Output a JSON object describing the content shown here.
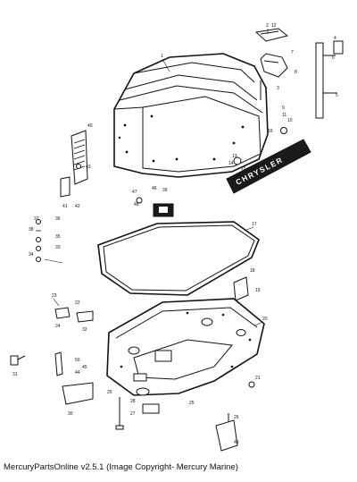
{
  "footer": "MercuryPartsOnline v2.5.1 (Image Copyright- Mercury Marine)",
  "brand_plate": "CHRYSLER",
  "callouts": [
    "1",
    "2",
    "3",
    "4",
    "5",
    "6",
    "7",
    "8",
    "9",
    "10",
    "11",
    "12",
    "13",
    "14",
    "15",
    "16",
    "17",
    "18",
    "19",
    "20",
    "21",
    "22",
    "23",
    "24",
    "25",
    "26",
    "27",
    "28",
    "29",
    "30",
    "31",
    "32",
    "33",
    "34",
    "35",
    "36",
    "37",
    "38",
    "39",
    "40",
    "41",
    "42",
    "43",
    "44",
    "45",
    "46",
    "47",
    "48",
    "49",
    "50"
  ]
}
